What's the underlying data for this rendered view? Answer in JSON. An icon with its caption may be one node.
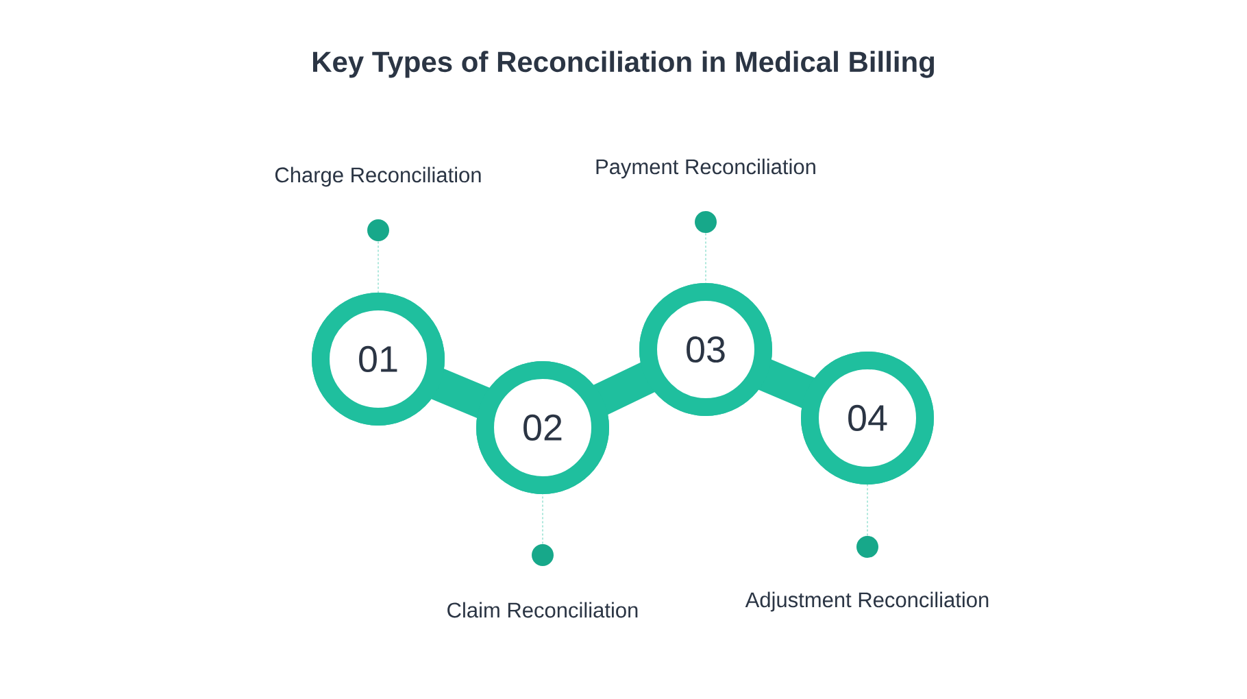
{
  "diagram": {
    "title": "Key Types of Reconciliation in Medical Billing",
    "nodes": [
      {
        "text": [
          "01"
        ]
      },
      {
        "text": [
          "02"
        ]
      },
      {
        "text": [
          "03"
        ]
      },
      {
        "text": [
          "04"
        ]
      },
      {
        "text": [],
        "shape": "circle",
        "beside": [
          "Charge Reconciliation"
        ]
      },
      {
        "text": [],
        "shape": "circle",
        "beside": [
          "Claim Reconciliation"
        ]
      },
      {
        "text": [],
        "shape": "circle",
        "beside": [
          "Payment Reconciliation"
        ]
      },
      {
        "text": [],
        "shape": "circle",
        "beside": [
          "Adjustment Reconciliation"
        ]
      }
    ],
    "edges": [
      {
        "from": 0,
        "to": 1,
        "arrow": "none",
        "style": "thick"
      },
      {
        "from": 1,
        "to": 2,
        "arrow": "none",
        "style": "thick"
      },
      {
        "from": 2,
        "to": 3,
        "arrow": "none",
        "style": "thick"
      },
      {
        "from": 4,
        "to": 0,
        "arrow": "none",
        "style": "dashed"
      },
      {
        "from": 5,
        "to": 1,
        "arrow": "none",
        "style": "dashed"
      },
      {
        "from": 6,
        "to": 2,
        "arrow": "none",
        "style": "dashed"
      },
      {
        "from": 7,
        "to": 3,
        "arrow": "none",
        "style": "dashed"
      }
    ]
  }
}
